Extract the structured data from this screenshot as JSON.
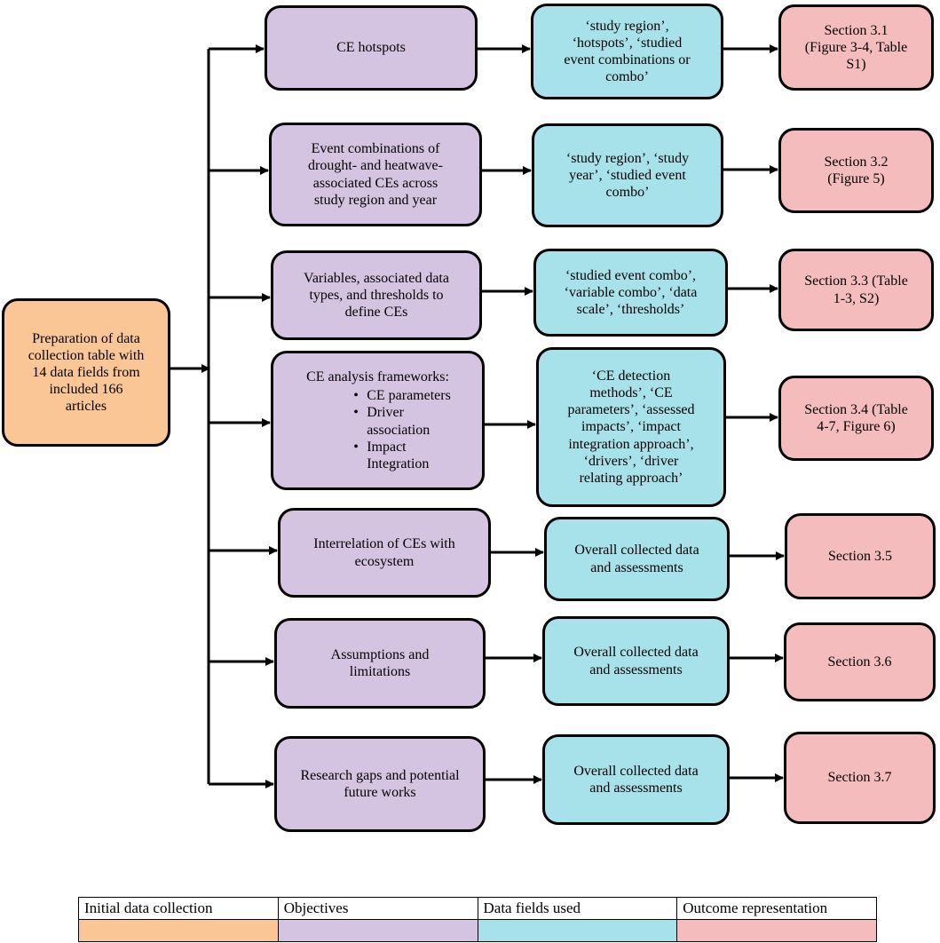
{
  "initial": "Preparation of data\ncollection table with\n14 data fields from\nincluded 166\narticles",
  "rows": [
    {
      "objective": "CE hotspots",
      "fields": "‘study region’,\n‘hotspots’, ‘studied\nevent combinations or\ncombo’",
      "outcome": "Section 3.1\n(Figure 3-4, Table\nS1)"
    },
    {
      "objective": "Event combinations of\ndrought- and heatwave-\nassociated CEs across\nstudy region and year",
      "fields": "‘study region’, ‘study\nyear’, ‘studied event\ncombo’",
      "outcome": "Section 3.2\n(Figure 5)"
    },
    {
      "objective": "Variables, associated data\ntypes, and thresholds to\ndefine CEs",
      "fields": "‘studied event combo’,\n‘variable combo’, ‘data\nscale’, ‘thresholds’",
      "outcome": "Section 3.3 (Table\n1-3, S2)"
    },
    {
      "objective": "CE analysis frameworks:",
      "objective_items": [
        "CE parameters",
        "Driver\nassociation",
        "Impact\nIntegration"
      ],
      "fields": "‘CE detection\nmethods’, ‘CE\nparameters’, ‘assessed\nimpacts’, ‘impact\nintegration approach’,\n‘drivers’, ‘driver\nrelating approach’",
      "outcome": "Section 3.4 (Table\n4-7, Figure 6)"
    },
    {
      "objective": "Interrelation of CEs with\necosystem",
      "fields": "Overall collected data\nand assessments",
      "outcome": "Section 3.5"
    },
    {
      "objective": "Assumptions and\nlimitations",
      "fields": "Overall collected data\nand assessments",
      "outcome": "Section 3.6"
    },
    {
      "objective": "Research gaps and potential\nfuture works",
      "fields": "Overall collected data\nand assessments",
      "outcome": "Section 3.7"
    }
  ],
  "legend": [
    {
      "label": "Initial data collection",
      "color": "#fbc696"
    },
    {
      "label": "Objectives",
      "color": "#d5c4e1"
    },
    {
      "label": "Data fields used",
      "color": "#a7e1ea"
    },
    {
      "label": "Outcome representation",
      "color": "#f5bcbd"
    }
  ]
}
